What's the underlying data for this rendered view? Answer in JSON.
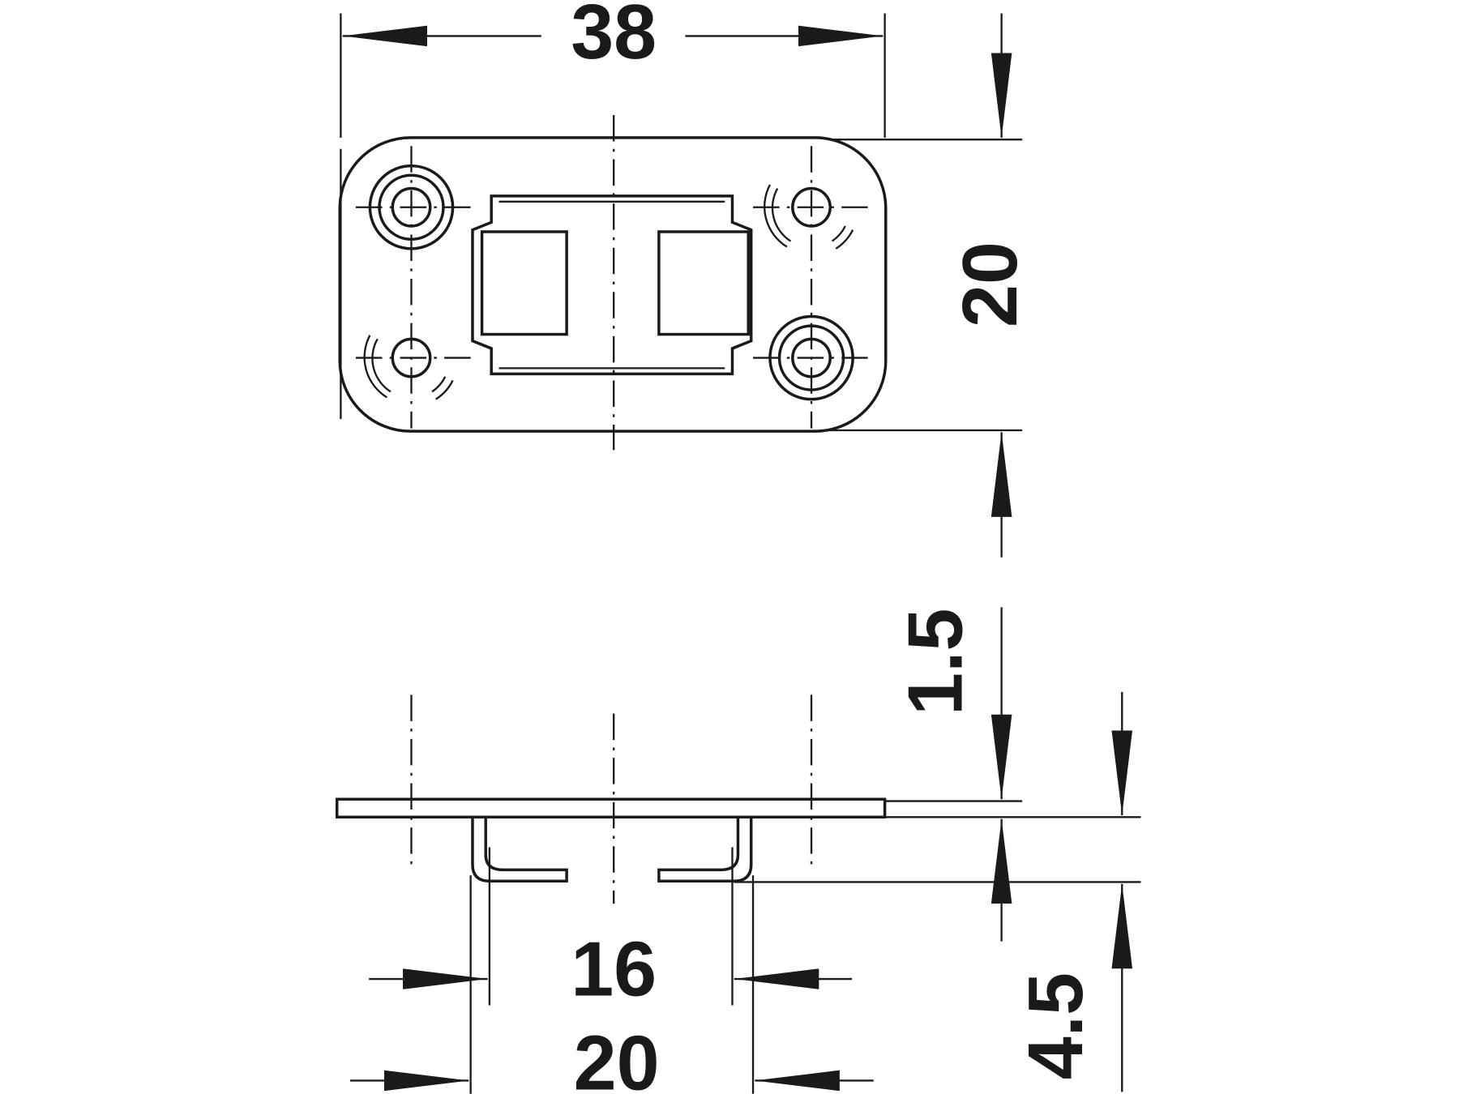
{
  "drawing": {
    "top_view": {
      "width_label": "38",
      "height_label": "20"
    },
    "side_view": {
      "thickness_label": "1.5",
      "tab_depth_label": "4.5",
      "inner_width_label": "16",
      "outer_width_label": "20"
    },
    "line_color": "#1a1a1a"
  }
}
